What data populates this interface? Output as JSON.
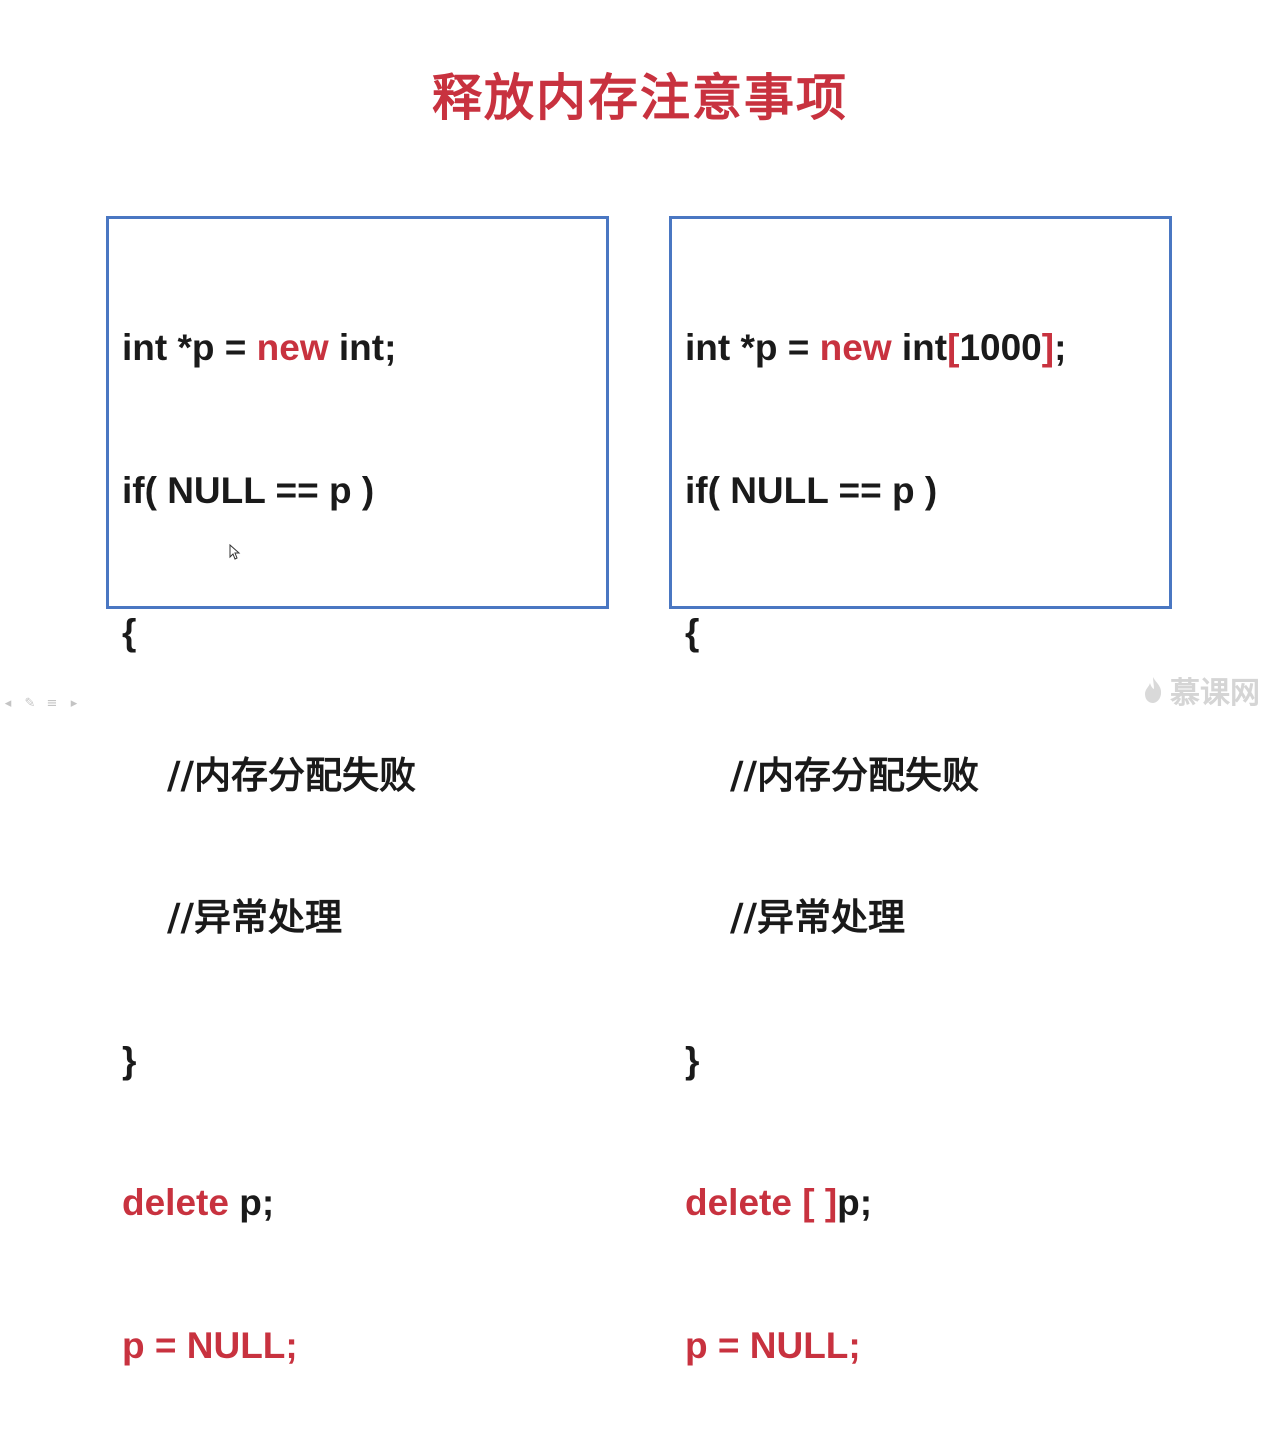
{
  "slide": {
    "title": "释放内存注意事项"
  },
  "left_code": {
    "l1_a": "int *p = ",
    "l1_kw": "new",
    "l1_b": " int;",
    "l2": "if( NULL == p )",
    "l3": "{",
    "l4": "//内存分配失败",
    "l5": "//异常处理",
    "l6": "}",
    "l7_kw": "delete",
    "l7_b": " p;",
    "l8": "p = NULL;"
  },
  "right_code": {
    "l1_a": "int *p = ",
    "l1_kw": "new",
    "l1_b": " int",
    "l1_br_open": "[",
    "l1_num": "1000",
    "l1_br_close": "]",
    "l1_end": ";",
    "l2": "if( NULL == p )",
    "l3": "{",
    "l4": "//内存分配失败",
    "l5": "//异常处理",
    "l6": "}",
    "l7_kw": "delete [ ]",
    "l7_b": "p;",
    "l8": "p = NULL;"
  },
  "footer": {
    "watermark_text": "慕课网"
  },
  "colors": {
    "accent_red": "#c8323f",
    "box_border": "#4a77c2",
    "text": "#1a1a1a"
  }
}
